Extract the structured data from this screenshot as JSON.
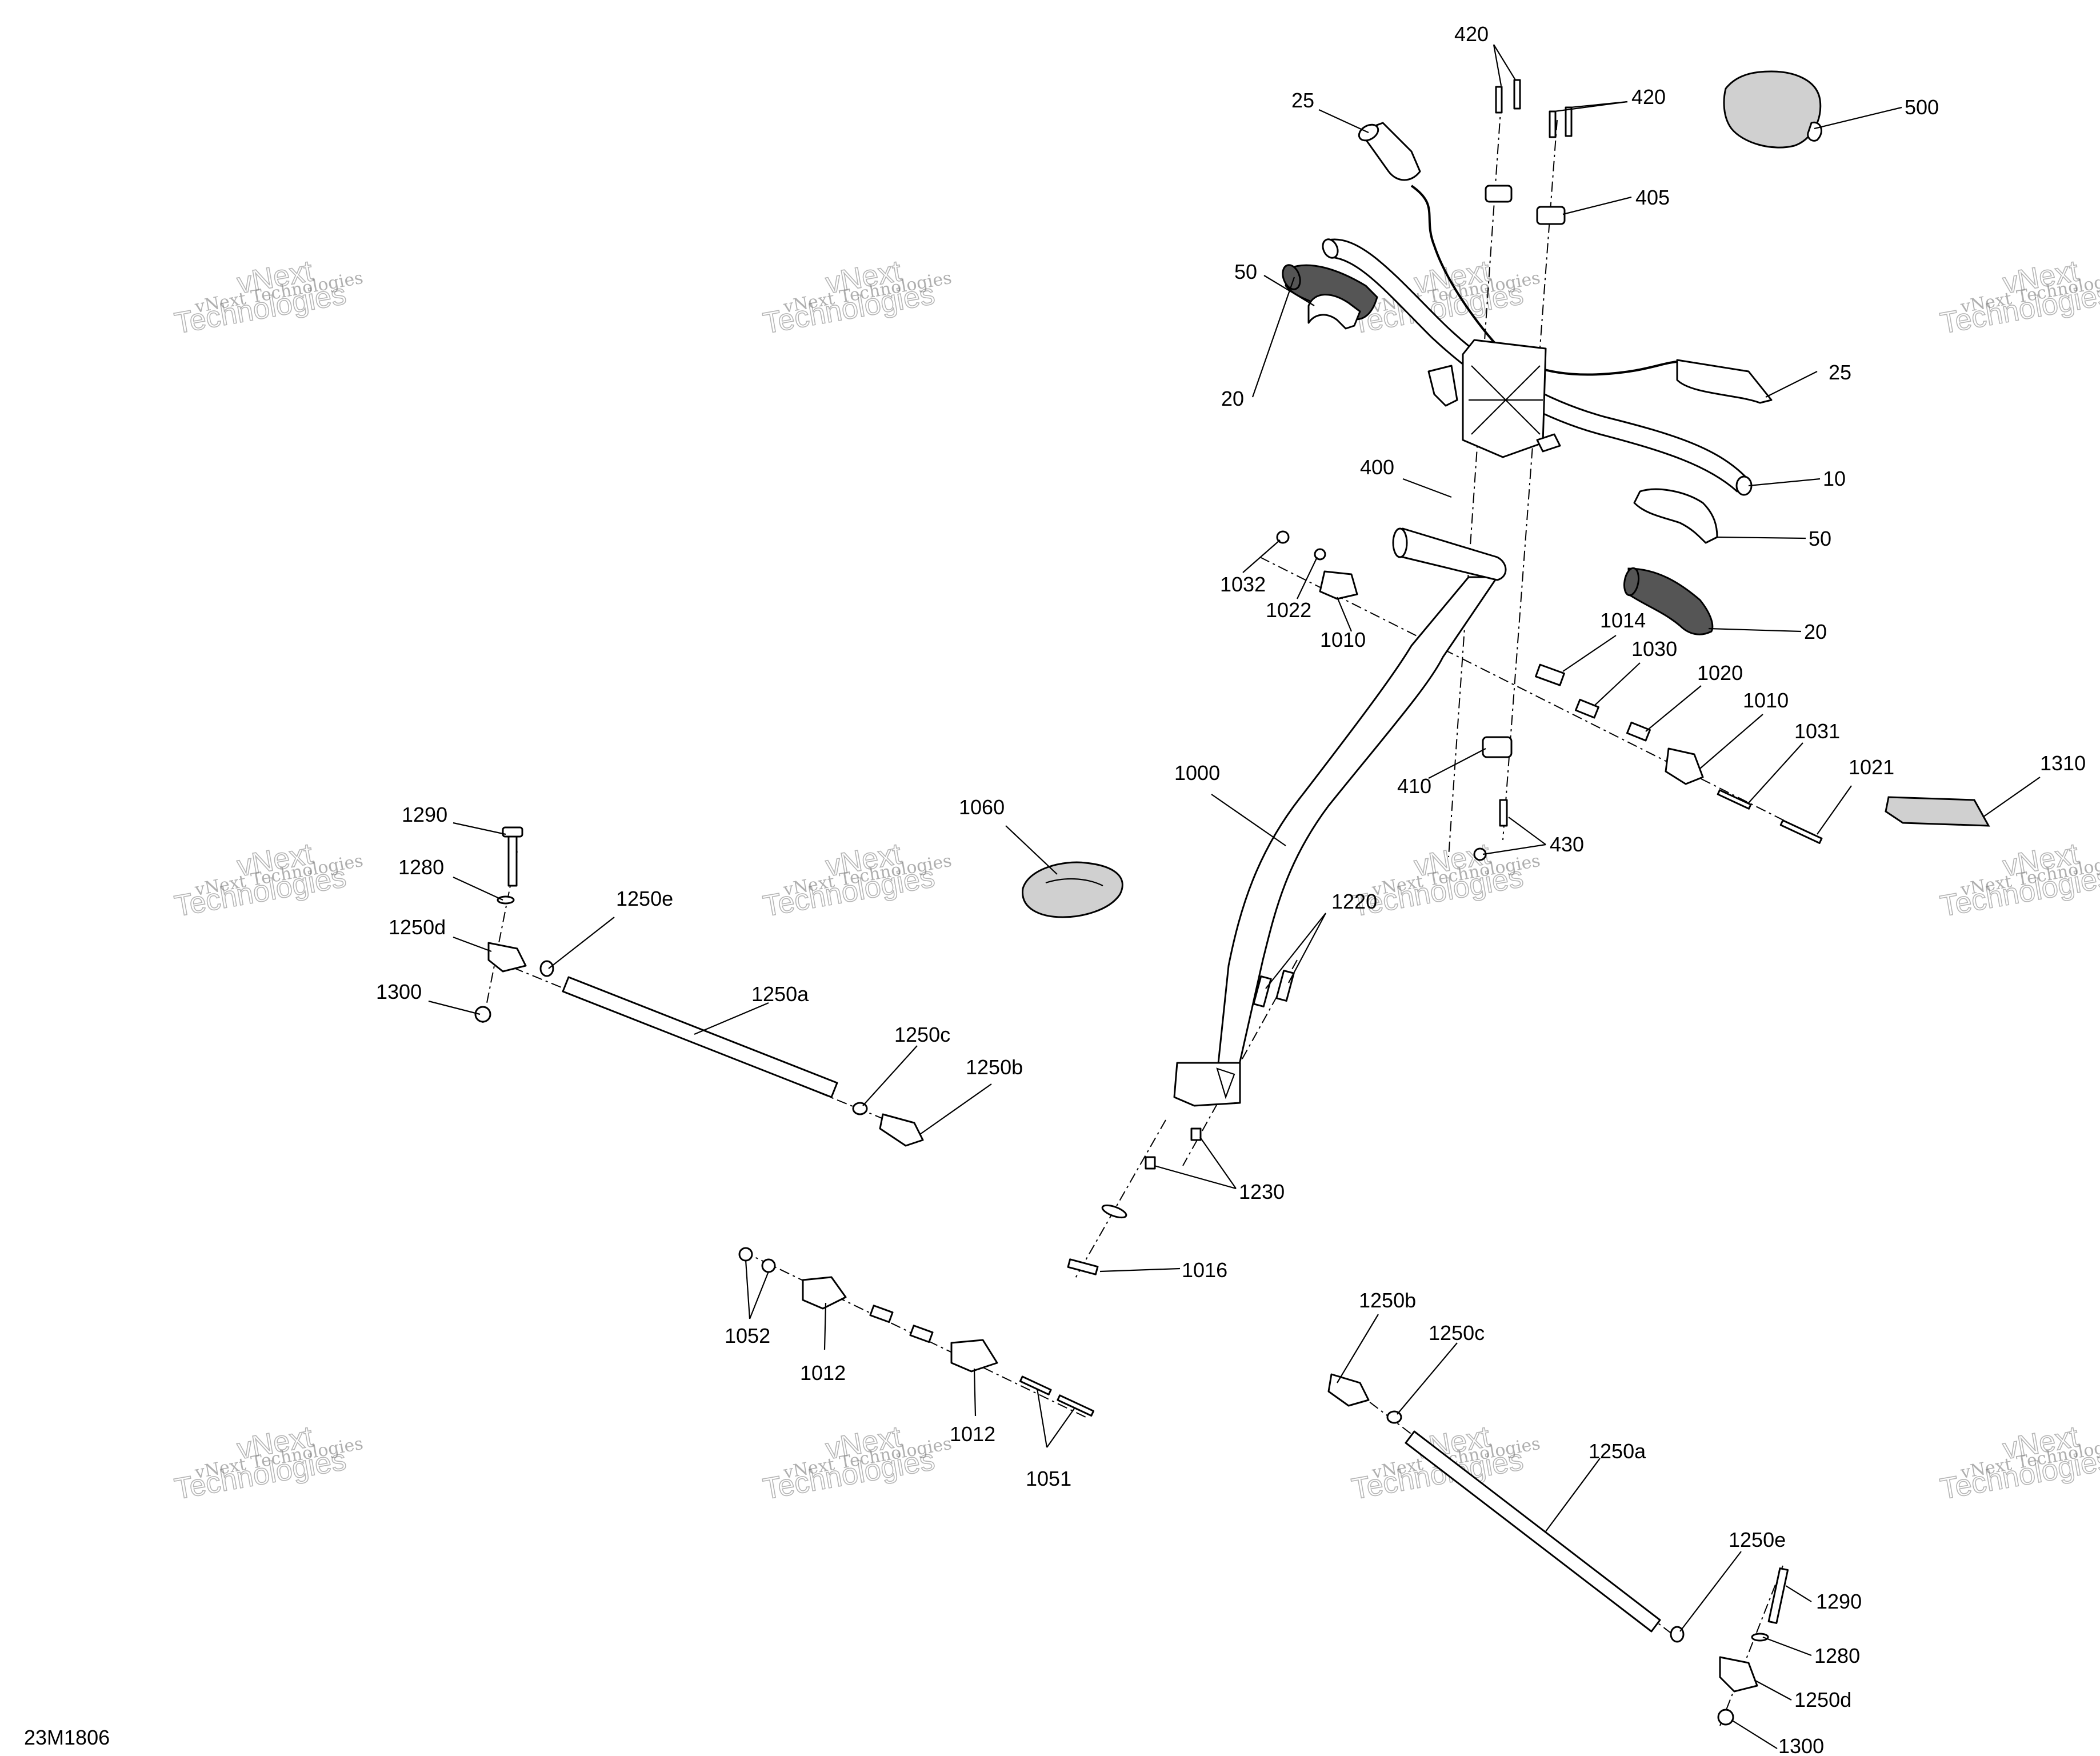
{
  "diagram_id": "23M1806",
  "watermark": {
    "line1": "vNext Technologies",
    "line2": "vNext",
    "line3": "Technologies"
  },
  "callouts": [
    {
      "id": "c-420-a",
      "text": "420"
    },
    {
      "id": "c-420-b",
      "text": "420"
    },
    {
      "id": "c-25-a",
      "text": "25"
    },
    {
      "id": "c-500",
      "text": "500"
    },
    {
      "id": "c-405",
      "text": "405"
    },
    {
      "id": "c-50-a",
      "text": "50"
    },
    {
      "id": "c-25-b",
      "text": "25"
    },
    {
      "id": "c-20-a",
      "text": "20"
    },
    {
      "id": "c-10",
      "text": "10"
    },
    {
      "id": "c-400",
      "text": "400"
    },
    {
      "id": "c-50-b",
      "text": "50"
    },
    {
      "id": "c-1032",
      "text": "1032"
    },
    {
      "id": "c-1022",
      "text": "1022"
    },
    {
      "id": "c-1010-a",
      "text": "1010"
    },
    {
      "id": "c-20-b",
      "text": "20"
    },
    {
      "id": "c-1014",
      "text": "1014"
    },
    {
      "id": "c-1030",
      "text": "1030"
    },
    {
      "id": "c-1020",
      "text": "1020"
    },
    {
      "id": "c-1010-b",
      "text": "1010"
    },
    {
      "id": "c-1031",
      "text": "1031"
    },
    {
      "id": "c-1021",
      "text": "1021"
    },
    {
      "id": "c-1310",
      "text": "1310"
    },
    {
      "id": "c-1000",
      "text": "1000"
    },
    {
      "id": "c-410",
      "text": "410"
    },
    {
      "id": "c-430",
      "text": "430"
    },
    {
      "id": "c-1060",
      "text": "1060"
    },
    {
      "id": "c-1290-a",
      "text": "1290"
    },
    {
      "id": "c-1280-a",
      "text": "1280"
    },
    {
      "id": "c-1250e-a",
      "text": "1250e"
    },
    {
      "id": "c-1250d-a",
      "text": "1250d"
    },
    {
      "id": "c-1250a-a",
      "text": "1250a"
    },
    {
      "id": "c-1300-a",
      "text": "1300"
    },
    {
      "id": "c-1250c-a",
      "text": "1250c"
    },
    {
      "id": "c-1250b-a",
      "text": "1250b"
    },
    {
      "id": "c-1220",
      "text": "1220"
    },
    {
      "id": "c-1230",
      "text": "1230"
    },
    {
      "id": "c-1016",
      "text": "1016"
    },
    {
      "id": "c-1052",
      "text": "1052"
    },
    {
      "id": "c-1012-a",
      "text": "1012"
    },
    {
      "id": "c-1012-b",
      "text": "1012"
    },
    {
      "id": "c-1051",
      "text": "1051"
    },
    {
      "id": "c-1250b-b",
      "text": "1250b"
    },
    {
      "id": "c-1250c-b",
      "text": "1250c"
    },
    {
      "id": "c-1250a-b",
      "text": "1250a"
    },
    {
      "id": "c-1250e-b",
      "text": "1250e"
    },
    {
      "id": "c-1290-b",
      "text": "1290"
    },
    {
      "id": "c-1280-b",
      "text": "1280"
    },
    {
      "id": "c-1250d-b",
      "text": "1250d"
    },
    {
      "id": "c-1300-b",
      "text": "1300"
    }
  ]
}
